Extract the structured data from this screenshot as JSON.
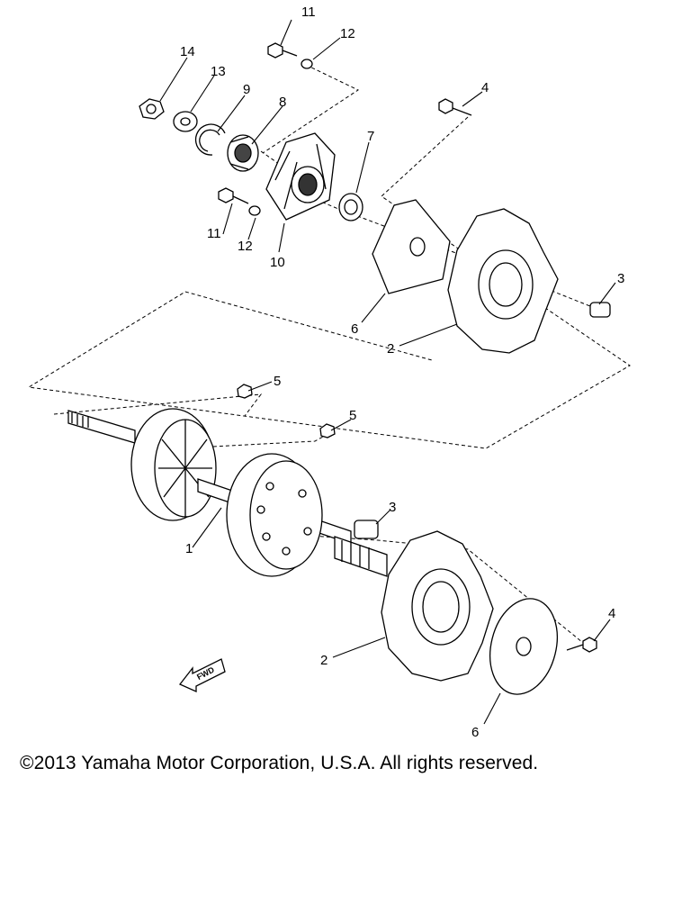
{
  "callouts": {
    "c1": "1",
    "c2a": "2",
    "c2b": "2",
    "c3a": "3",
    "c3b": "3",
    "c4a": "4",
    "c4b": "4",
    "c5a": "5",
    "c5b": "5",
    "c6a": "6",
    "c6b": "6",
    "c7": "7",
    "c8": "8",
    "c9": "9",
    "c10": "10",
    "c11a": "11",
    "c11b": "11",
    "c12a": "12",
    "c12b": "12",
    "c13": "13",
    "c14": "14"
  },
  "fwd_label": "FWD",
  "copyright": "©2013 Yamaha Motor Corporation, U.S.A. All rights reserved."
}
